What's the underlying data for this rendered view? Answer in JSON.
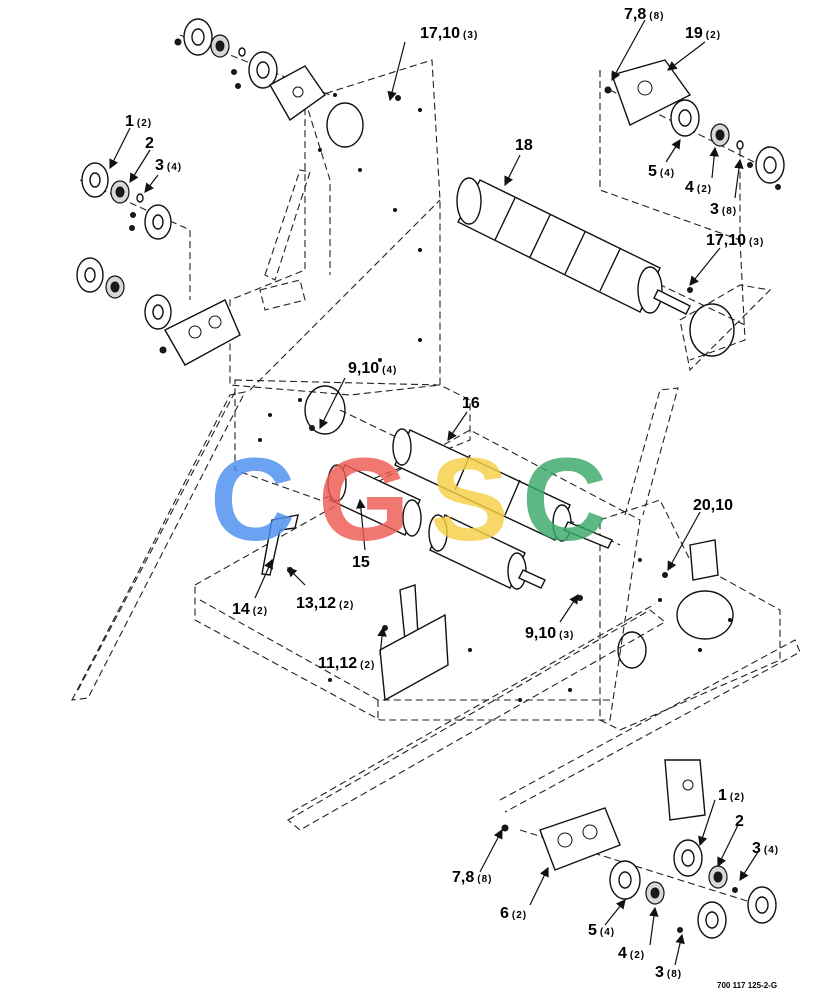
{
  "callouts": [
    {
      "num": "17,10",
      "qty": "(3)"
    },
    {
      "num": "7,8",
      "qty": "(8)"
    },
    {
      "num": "19",
      "qty": "(2)"
    },
    {
      "num": "1",
      "qty": "(2)"
    },
    {
      "num": "2",
      "qty": ""
    },
    {
      "num": "3",
      "qty": "(4)"
    },
    {
      "num": "18",
      "qty": ""
    },
    {
      "num": "5",
      "qty": "(4)"
    },
    {
      "num": "4",
      "qty": "(2)"
    },
    {
      "num": "3",
      "qty": "(8)"
    },
    {
      "num": "17,10",
      "qty": "(3)"
    },
    {
      "num": "9,10",
      "qty": "(4)"
    },
    {
      "num": "16",
      "qty": ""
    },
    {
      "num": "15",
      "qty": ""
    },
    {
      "num": "20,10",
      "qty": ""
    },
    {
      "num": "14",
      "qty": "(2)"
    },
    {
      "num": "13,12",
      "qty": "(2)"
    },
    {
      "num": "9,10",
      "qty": "(3)"
    },
    {
      "num": "11,12",
      "qty": "(2)"
    },
    {
      "num": "1",
      "qty": "(2)"
    },
    {
      "num": "2",
      "qty": ""
    },
    {
      "num": "3",
      "qty": "(4)"
    },
    {
      "num": "7,8",
      "qty": "(8)"
    },
    {
      "num": "6",
      "qty": "(2)"
    },
    {
      "num": "5",
      "qty": "(4)"
    },
    {
      "num": "4",
      "qty": "(2)"
    },
    {
      "num": "3",
      "qty": "(8)"
    }
  ],
  "drawing_code": "700 117 125-2-G",
  "watermark": {
    "text": "CGSC",
    "letters": [
      {
        "char": "C",
        "color": "#4d8ef0"
      },
      {
        "char": "G",
        "color": "#ee5a52"
      },
      {
        "char": "S",
        "color": "#f6cf45"
      },
      {
        "char": "C",
        "color": "#3aa96a"
      }
    ]
  }
}
